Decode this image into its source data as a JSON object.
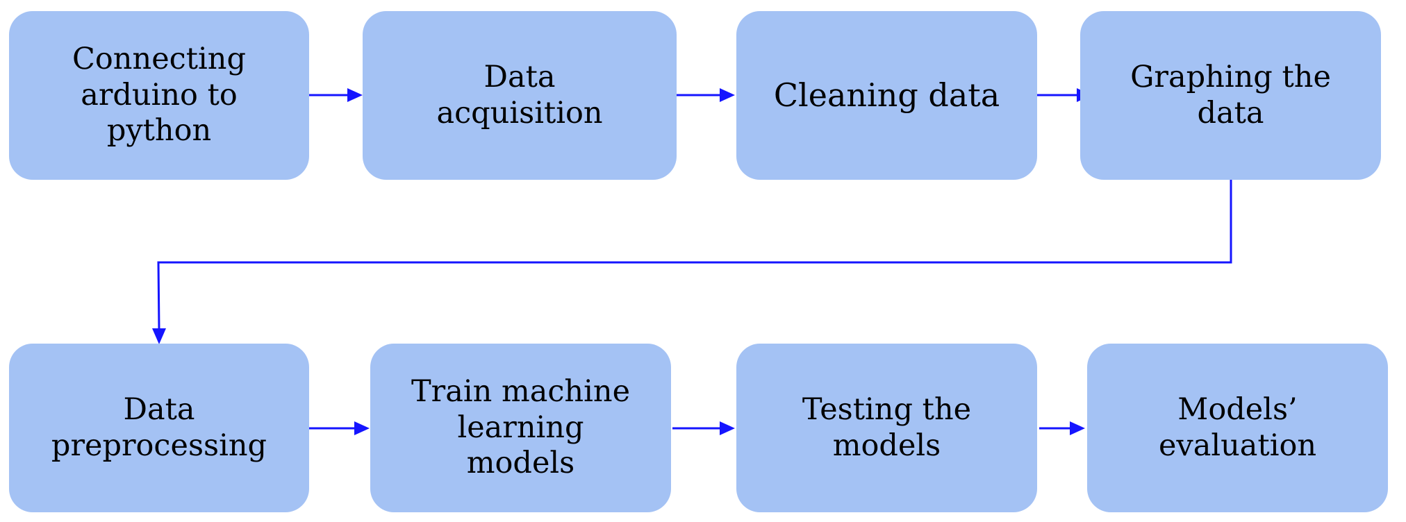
{
  "diagram": {
    "colors": {
      "node_fill": "#a4c2f4",
      "arrow": "#1515ff",
      "text": "#000000"
    },
    "nodes": [
      {
        "id": "connecting-arduino",
        "label": "Connecting\narduino to\npython"
      },
      {
        "id": "data-acquisition",
        "label": "Data\nacquisition"
      },
      {
        "id": "cleaning-data",
        "label": "Cleaning data"
      },
      {
        "id": "graphing-data",
        "label": "Graphing the\ndata"
      },
      {
        "id": "data-preprocessing",
        "label": "Data\npreprocessing"
      },
      {
        "id": "train-models",
        "label": "Train machine\nlearning\nmodels"
      },
      {
        "id": "testing-models",
        "label": "Testing the\nmodels"
      },
      {
        "id": "models-evaluation",
        "label": "Models’\nevaluation"
      }
    ],
    "edges": [
      {
        "from": "connecting-arduino",
        "to": "data-acquisition"
      },
      {
        "from": "data-acquisition",
        "to": "cleaning-data"
      },
      {
        "from": "cleaning-data",
        "to": "graphing-data"
      },
      {
        "from": "graphing-data",
        "to": "data-preprocessing"
      },
      {
        "from": "data-preprocessing",
        "to": "train-models"
      },
      {
        "from": "train-models",
        "to": "testing-models"
      },
      {
        "from": "testing-models",
        "to": "models-evaluation"
      }
    ]
  }
}
